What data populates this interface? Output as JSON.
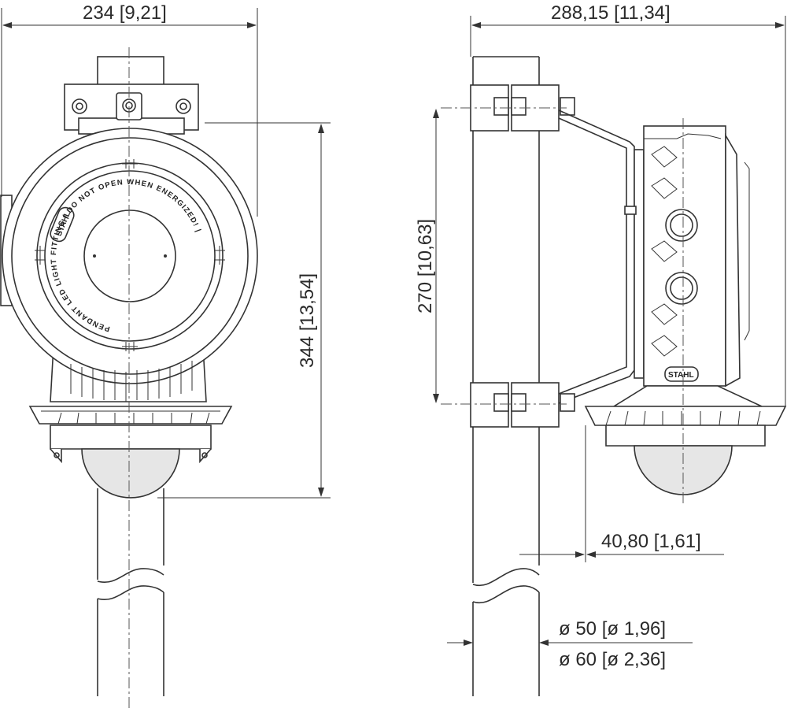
{
  "dimensions": {
    "front_width": "234 [9,21]",
    "side_width": "288,15 [11,34]",
    "height_total": "344 [13,54]",
    "bracket_spacing": "270 [10,63]",
    "side_offset": "40,80 [1,61]",
    "pipe_dia_small": "ø 50 [ø 1,96]",
    "pipe_dia_large": "ø 60 [ø 2,36]"
  },
  "labels": {
    "ring_text": "PENDANT LED LIGHT FITTING | DO NOT OPEN WHEN ENERGIZED! |",
    "brand_front": "STAHL",
    "brand_side": "STAHL"
  }
}
